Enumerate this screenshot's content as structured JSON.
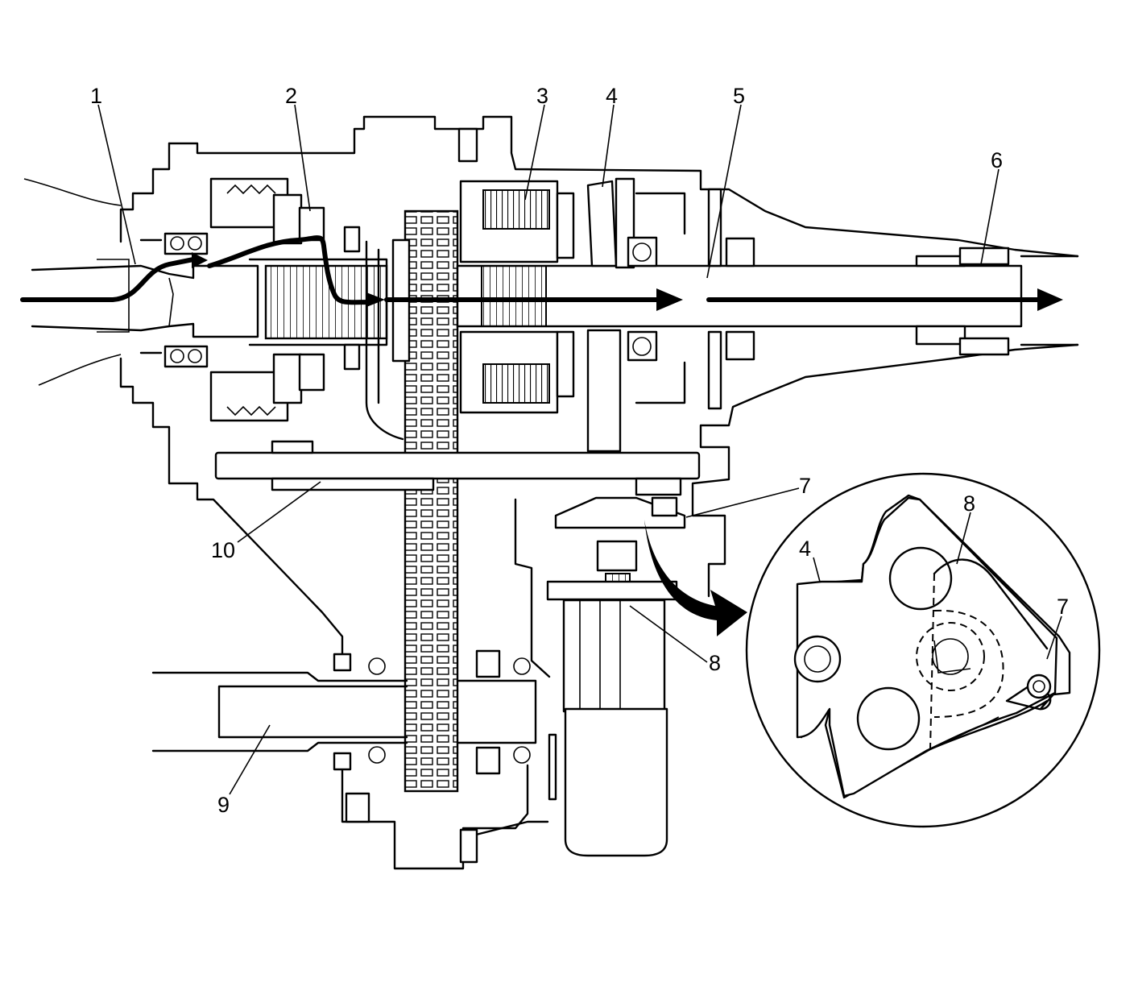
{
  "callouts": [
    {
      "id": "1",
      "text": "1"
    },
    {
      "id": "2",
      "text": "2"
    },
    {
      "id": "3",
      "text": "3"
    },
    {
      "id": "4",
      "text": "4"
    },
    {
      "id": "5",
      "text": "5"
    },
    {
      "id": "6",
      "text": "6"
    },
    {
      "id": "7",
      "text": "7"
    },
    {
      "id": "8",
      "text": "8"
    },
    {
      "id": "9",
      "text": "9"
    },
    {
      "id": "10",
      "text": "10"
    },
    {
      "id": "4b",
      "text": "4"
    },
    {
      "id": "8b",
      "text": "8"
    },
    {
      "id": "7b",
      "text": "7"
    }
  ],
  "colors": {
    "line": "#000000",
    "background": "#ffffff"
  }
}
